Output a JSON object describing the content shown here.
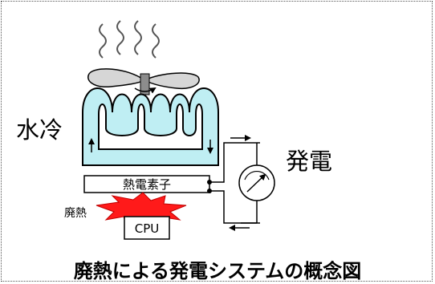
{
  "labels": {
    "water_cooling": "水冷",
    "power_generation": "発電",
    "thermoelectric_element": "熱電素子",
    "waste_heat": "廃熱",
    "cpu": "CPU"
  },
  "caption": "廃熱による発電システムの概念図",
  "colors": {
    "water_channel": "#bfeef3",
    "outline": "#000000",
    "fan": "#d6d6d6",
    "fan_hub": "#8c8c8c",
    "heat_burst": "#ff1a1a",
    "border": "#555555"
  }
}
